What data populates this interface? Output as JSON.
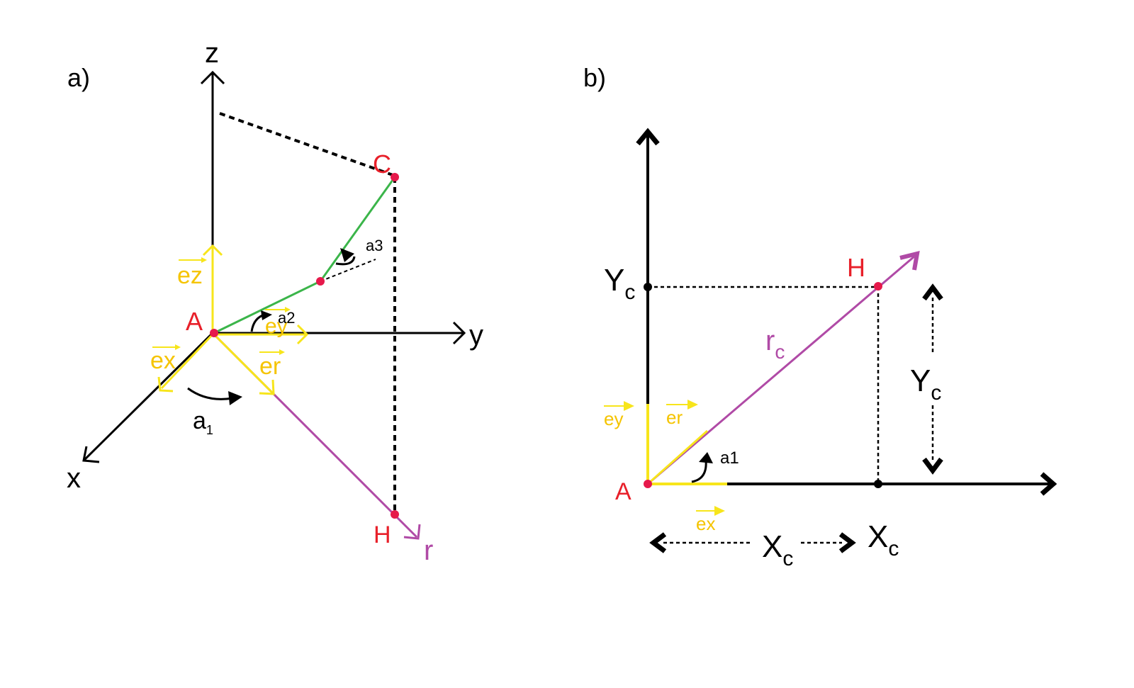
{
  "colors": {
    "axis": "#000000",
    "unit_vector": "#f7e51b",
    "unit_vector_text": "#f5c400",
    "arm": "#3bb54a",
    "radial": "#b04aa6",
    "point": "#e6194b",
    "point_label": "#e8202a"
  },
  "panel_a": {
    "label": "a)",
    "axis_z": "z",
    "axis_y": "y",
    "axis_x": "x",
    "axis_r": "r",
    "point_a": "A",
    "point_c": "C",
    "point_h": "H",
    "vec_ez": "ez",
    "vec_ex": "ex",
    "vec_ey": "ey",
    "vec_er": "er",
    "angle_1_base": "a",
    "angle_1_sub": "1",
    "angle_2": "a2",
    "angle_3": "a3"
  },
  "panel_b": {
    "label": "b)",
    "point_a": "A",
    "point_h": "H",
    "vec_ey": "ey",
    "vec_er": "er",
    "vec_ex": "ex",
    "angle_1": "a1",
    "radius_base": "r",
    "radius_sub": "c",
    "y_axis_label_base": "Y",
    "y_axis_label_sub": "c",
    "y_dim_label_base": "Y",
    "y_dim_label_sub": "c",
    "x_axis_label_base": "X",
    "x_axis_label_sub": "c",
    "x_dim_label_base": "X",
    "x_dim_label_sub": "c"
  }
}
